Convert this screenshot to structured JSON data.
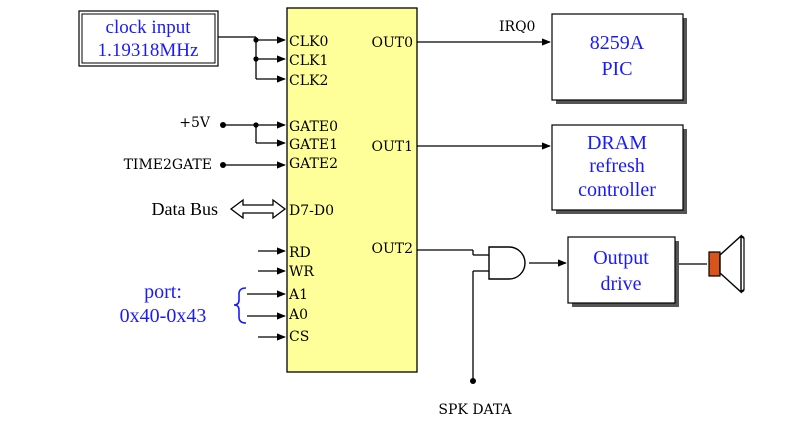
{
  "clock_box": {
    "line1": "clock input",
    "line2": "1.19318MHz"
  },
  "chip": {
    "left_pins": [
      "CLK0",
      "CLK1",
      "CLK2",
      "GATE0",
      "GATE1",
      "GATE2",
      "D7-D0",
      "RD",
      "WR",
      "A1",
      "A0",
      "CS"
    ],
    "right_pins": [
      "OUT0",
      "OUT1",
      "OUT2"
    ]
  },
  "inputs": {
    "plus5v": "+5V",
    "time2gate": "TIME2GATE",
    "data_bus": "Data Bus"
  },
  "port": {
    "line1": "port:",
    "line2": "0x40-0x43"
  },
  "irq_label": "IRQ0",
  "pic_box": {
    "line1": "8259A",
    "line2": "PIC"
  },
  "dram_box": {
    "line1": "DRAM",
    "line2": "refresh",
    "line3": "controller"
  },
  "output_box": {
    "line1": "Output",
    "line2": "drive"
  },
  "spk_label": "SPK DATA",
  "colors": {
    "chip_fill": "#ffff99",
    "blue_text": "#1a1aff",
    "speaker_orange": "#d9541a",
    "line": "#000000"
  }
}
